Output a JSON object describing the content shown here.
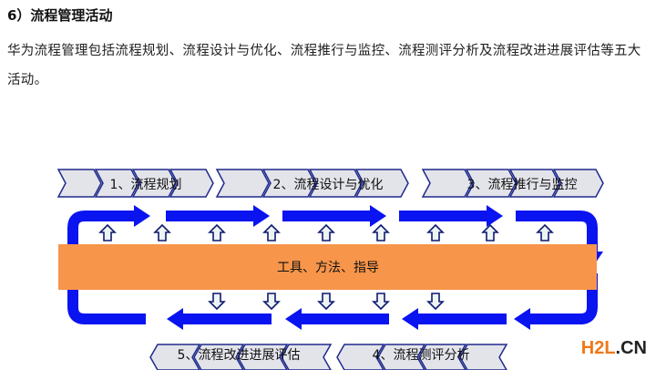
{
  "heading": "6）流程管理活动",
  "paragraph": "华为流程管理包括流程规划、流程设计与优化、流程推行与监控、流程测评分析及流程改进进展评估等五大活动。",
  "diagram": {
    "stages": [
      {
        "label": "1、流程规划"
      },
      {
        "label": "2、流程设计与优化"
      },
      {
        "label": "3、流程推行与监控"
      },
      {
        "label": "4、流程测评分析"
      },
      {
        "label": "5、流程改进进展评估"
      }
    ],
    "center_bar": "工具、方法、指导",
    "colors": {
      "arrow": "#0a14f0",
      "bar": "#f7954a",
      "chevron": "#e3e4ea",
      "chevron_border": "#1f2a8c"
    }
  },
  "watermark": {
    "part1": "H2L",
    "part2": ".CN"
  }
}
